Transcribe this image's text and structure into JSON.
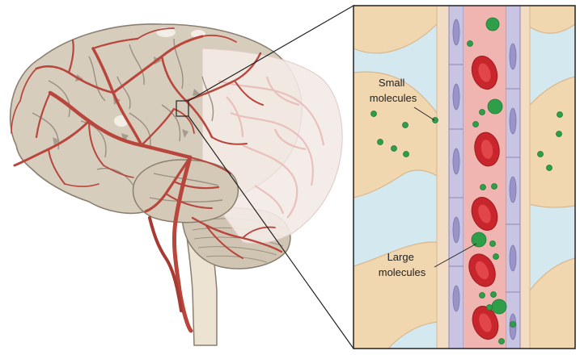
{
  "labels": {
    "small_molecules": [
      "Small",
      "molecules"
    ],
    "large_molecules": [
      "Large",
      "molecules"
    ]
  },
  "colors": {
    "brain_tissue": "#d7cdbd",
    "brain_outline": "#8a7f70",
    "artery": "#b8463c",
    "artery_dark": "#8e2f28",
    "fluid": "#d4e8ef",
    "astrocyte": "#f1d7b0",
    "endothelium": "#c9c4e2",
    "endothelial_nucleus": "#9a93c8",
    "lumen": "#f0b5b0",
    "red_blood_cell": "#c9252c",
    "molecule": "#2e9e48"
  },
  "icons": [
    "brain-illustration",
    "blood-vessel-cross-section",
    "red-blood-cell-icon",
    "molecule-dot-icon"
  ]
}
